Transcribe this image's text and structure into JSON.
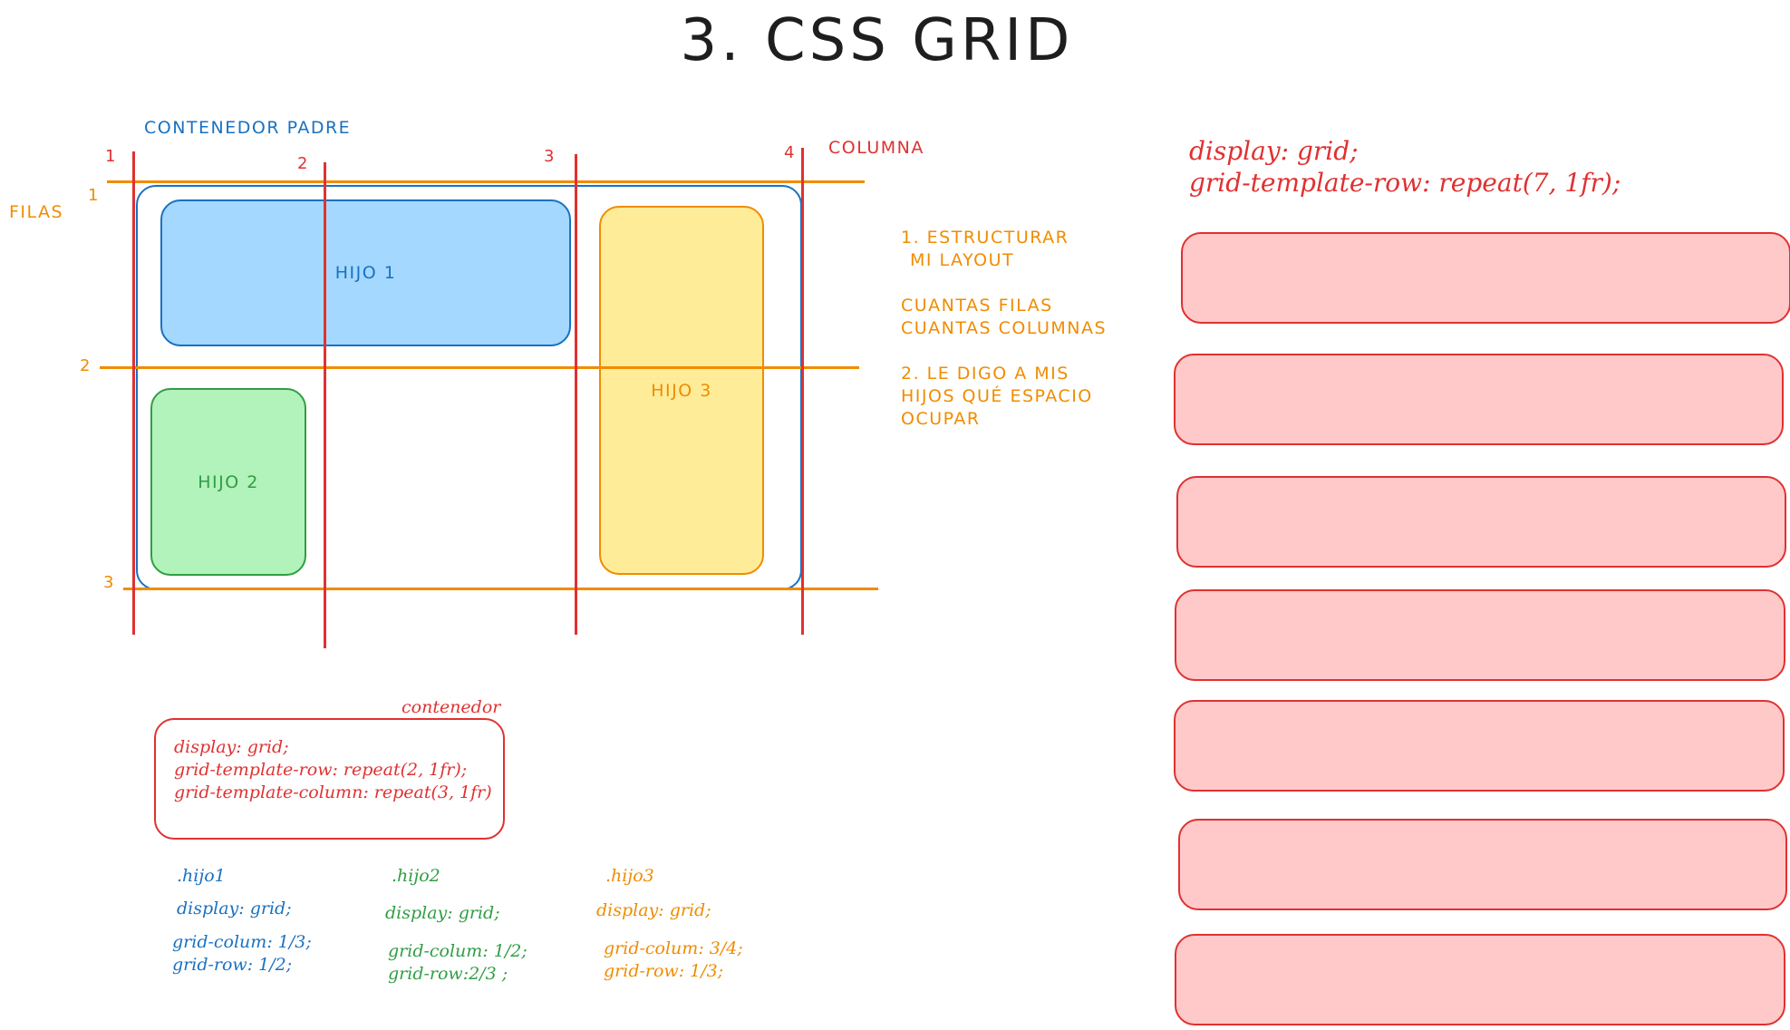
{
  "title": "3. CSS GRID",
  "diagram": {
    "container_label": "CONTENEDOR PADRE",
    "column_label": "COLUMNA",
    "rows_label": "FILAS",
    "column_numbers": [
      "1",
      "2",
      "3",
      "4"
    ],
    "row_numbers": [
      "1",
      "2",
      "3"
    ],
    "children": [
      {
        "label": "HIJO 1",
        "color": "#a5d8ff",
        "border": "#1971c2",
        "text_color": "#1971c2"
      },
      {
        "label": "HIJO 2",
        "color": "#b2f2bb",
        "border": "#2f9e44",
        "text_color": "#2f9e44"
      },
      {
        "label": "HIJO 3",
        "color": "#ffec99",
        "border": "#f08c00",
        "text_color": "#f08c00"
      }
    ],
    "colors": {
      "column_lines": "#e03131",
      "row_lines": "#f08c00",
      "container_border": "#1971c2"
    }
  },
  "steps": {
    "step1_line1": "1. ESTRUCTURAR",
    "step1_line2": "MI LAYOUT",
    "question1": "CUANTAS FILAS",
    "question2": "CUANTAS COLUMNAS",
    "step2_line1": "2. LE DIGO A MIS",
    "step2_line2": "HIJOS QUÉ ESPACIO",
    "step2_line3": "OCUPAR"
  },
  "container_code": {
    "label": "contenedor",
    "lines": [
      "display: grid;",
      "grid-template-row: repeat(2, 1fr);",
      "grid-template-column: repeat(3, 1fr)"
    ]
  },
  "children_code": [
    {
      "selector": ".hijo1",
      "display": "display: grid;",
      "col": "grid-colum: 1/3;",
      "row": "grid-row: 1/2;"
    },
    {
      "selector": ".hijo2",
      "display": "display: grid;",
      "col": "grid-colum: 1/2;",
      "row": "grid-row:2/3 ;"
    },
    {
      "selector": ".hijo3",
      "display": "display: grid;",
      "col": "grid-colum: 3/4;",
      "row": "grid-row: 1/3;"
    }
  ],
  "example": {
    "line1": "display: grid;",
    "line2": "grid-template-row: repeat(7, 1fr);",
    "row_count": 7,
    "row_color": "#ffc9c9",
    "row_border": "#e03131"
  }
}
